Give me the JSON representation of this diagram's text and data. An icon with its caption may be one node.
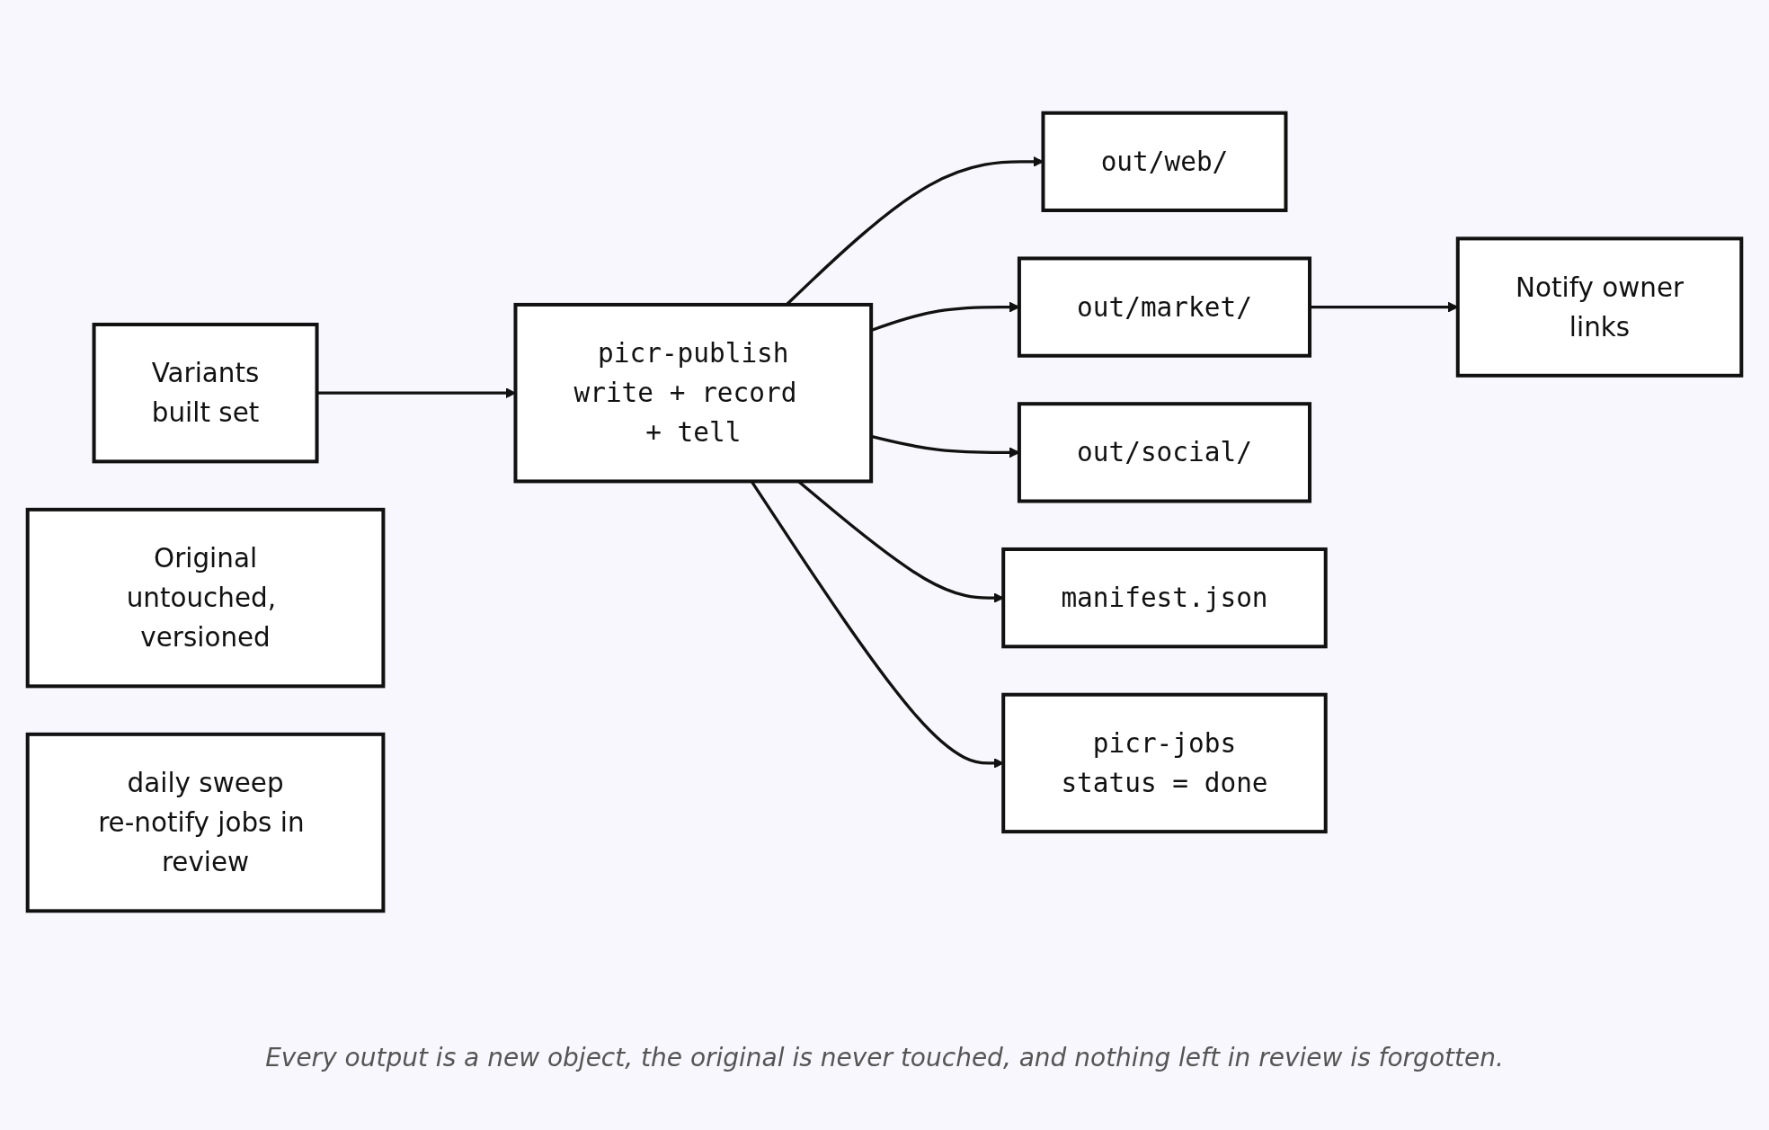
{
  "diagram": {
    "caption": "Every output is a new object, the original is never touched, and nothing left in review is forgotten.",
    "nodes": [
      {
        "text": [
          "Variants",
          "built set"
        ]
      },
      {
        "text": [
          "picr-publish",
          "write + record + tell"
        ]
      },
      {
        "text": [
          "out/web/"
        ]
      },
      {
        "text": [
          "out/market/"
        ]
      },
      {
        "text": [
          "out/social/"
        ]
      },
      {
        "text": [
          "manifest.json"
        ]
      },
      {
        "text": [
          "picr-jobs",
          "status = done"
        ]
      },
      {
        "text": [
          "Notify owner",
          "links"
        ]
      },
      {
        "text": [
          "Original",
          "untouched, versioned"
        ]
      },
      {
        "text": [
          "daily sweep",
          "re-notify jobs in review"
        ]
      }
    ],
    "edges": [
      {
        "from": 0,
        "to": 1,
        "arrow": "to"
      },
      {
        "from": 1,
        "to": 2,
        "arrow": "to"
      },
      {
        "from": 1,
        "to": 3,
        "arrow": "to"
      },
      {
        "from": 1,
        "to": 4,
        "arrow": "to"
      },
      {
        "from": 1,
        "to": 5,
        "arrow": "to"
      },
      {
        "from": 1,
        "to": 6,
        "arrow": "to"
      },
      {
        "from": 3,
        "to": 7,
        "arrow": "to"
      }
    ]
  }
}
